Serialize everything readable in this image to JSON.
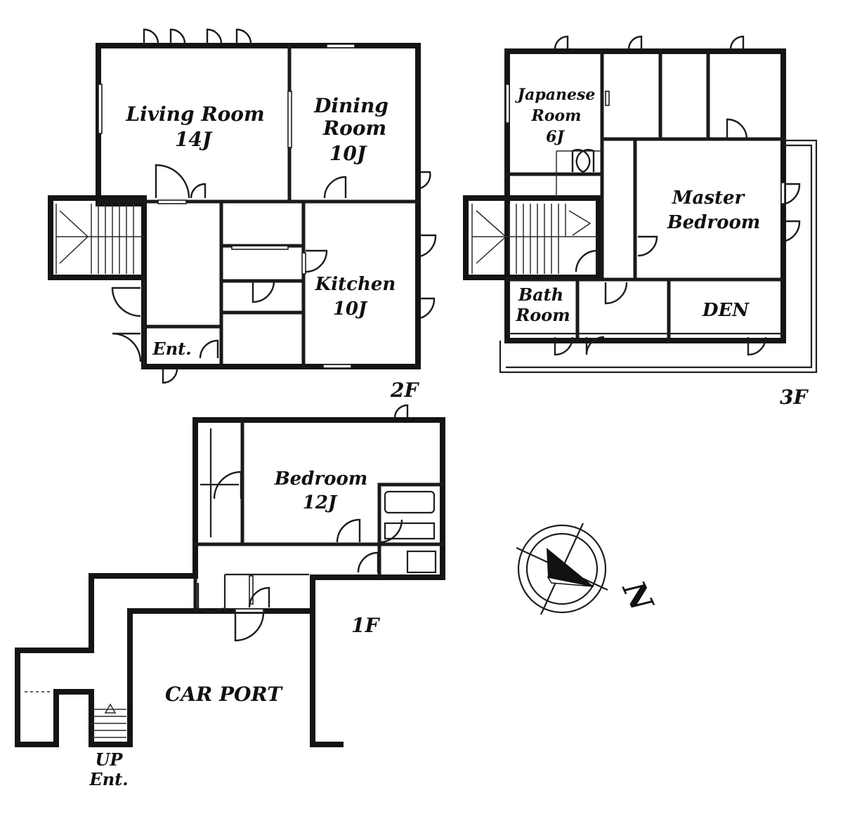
{
  "floor_labels": {
    "f2": "2F",
    "f3": "3F",
    "f1": "1F"
  },
  "rooms_2f": {
    "living_name": "Living Room",
    "living_size": "14J",
    "dining_line1": "Dining",
    "dining_line2": "Room",
    "dining_size": "10J",
    "kitchen_name": "Kitchen",
    "kitchen_size": "10J",
    "entrance": "Ent."
  },
  "rooms_3f": {
    "japanese_line1": "Japanese",
    "japanese_line2": "Room",
    "japanese_size": "6J",
    "master_line1": "Master",
    "master_line2": "Bedroom",
    "bath_line1": "Bath",
    "bath_line2": "Room",
    "den": "DEN"
  },
  "rooms_1f": {
    "bedroom_name": "Bedroom",
    "bedroom_size": "12J",
    "carport": "CAR PORT",
    "up_label": "UP",
    "entrance": "Ent."
  },
  "compass": {
    "north_label": "N"
  }
}
